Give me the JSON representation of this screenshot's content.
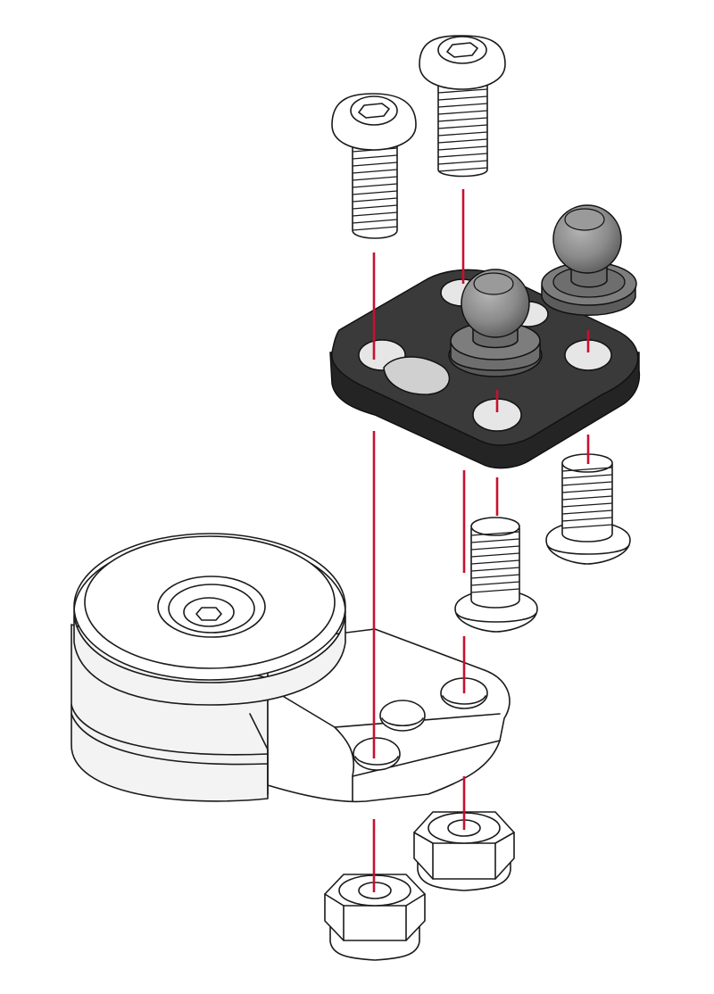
{
  "colors": {
    "background": "#ffffff",
    "outline": "#1a1a1a",
    "alignment_line": "#c8102e",
    "plate_top": "#3a3a3a",
    "plate_side": "#242424",
    "ball": "#8a8a8a",
    "base_fill": "#f3f3f3"
  },
  "parts": [
    "hex-socket-screw",
    "hex-socket-screw",
    "ball-mount-plate",
    "ball-stud",
    "ball-stud",
    "button-head-screw",
    "button-head-screw",
    "swivel-base",
    "hex-lock-nut",
    "hex-lock-nut"
  ]
}
